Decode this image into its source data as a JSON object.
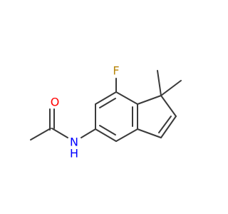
{
  "molecule": {
    "atoms": [
      {
        "label": "F",
        "color": "#b8860b"
      },
      {
        "label": "O",
        "color": "#ff0000"
      },
      {
        "label": "N",
        "color": "#0000ff"
      },
      {
        "label": "H",
        "color": "#0000ff"
      }
    ],
    "bond_color": "#3a3a3a"
  }
}
